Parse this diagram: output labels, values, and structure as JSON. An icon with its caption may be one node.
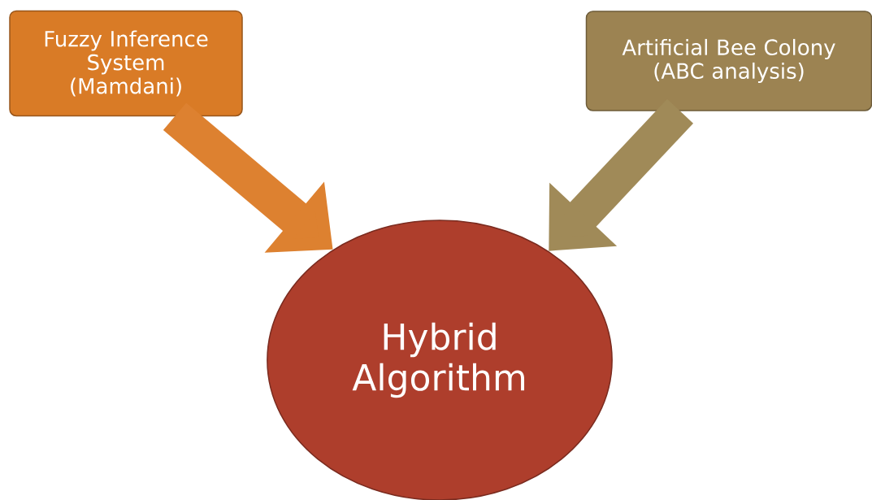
{
  "diagram": {
    "nodes": [
      {
        "text": [
          "Fuzzy Inference System (Mamdani)"
        ]
      },
      {
        "text": [
          "Artificial Bee Colony (ABC analysis)"
        ]
      },
      {
        "text": [
          "Hybrid Algorithm"
        ]
      }
    ],
    "edges": [
      {
        "from": 0,
        "to": 2,
        "arrow": "to",
        "color": "#dd8130"
      },
      {
        "from": 1,
        "to": 2,
        "arrow": "to",
        "color": "#a08a58"
      }
    ]
  }
}
